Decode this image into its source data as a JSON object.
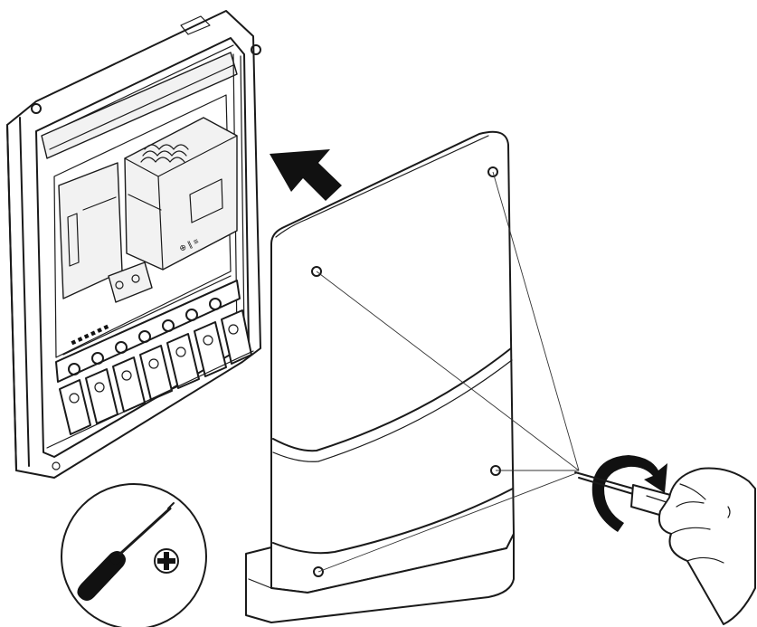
{
  "diagram": {
    "parts": [
      {
        "name": "open-control-box",
        "icon": "base-enclosure-with-terminals"
      },
      {
        "name": "front-cover",
        "icon": "cover-panel"
      },
      {
        "name": "push-direction-arrow",
        "icon": "arrow-icon"
      },
      {
        "name": "hand-screwdriver",
        "icon": "screwdriver-hand"
      },
      {
        "name": "tool-indicator",
        "icon": "phillips-screwdriver-icon"
      }
    ],
    "colors": {
      "ink": "#111111",
      "paper": "#ffffff",
      "shade": "#f2f2f2"
    }
  }
}
